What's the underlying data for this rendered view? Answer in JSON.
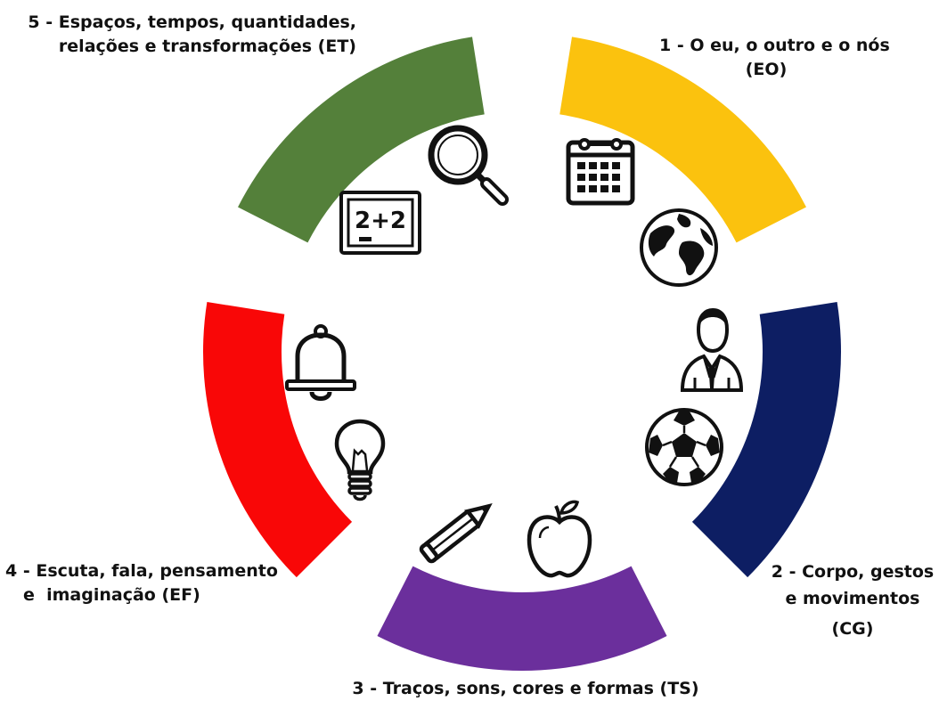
{
  "fields": [
    {
      "id": "EO",
      "lines": [
        "1 - O eu, o outro e o nós",
        "(EO)"
      ],
      "color": "#FBC20E"
    },
    {
      "id": "CG",
      "lines": [
        "2 - Corpo, gestos",
        "e movimentos",
        "(CG)"
      ],
      "color": "#0D1E63"
    },
    {
      "id": "TS",
      "lines": [
        "3 - Traços, sons, cores e formas (TS)"
      ],
      "color": "#6B2F9C"
    },
    {
      "id": "EF",
      "lines": [
        "4 - Escuta, fala, pensamento",
        "e  imaginação (EF)"
      ],
      "color": "#F90707"
    },
    {
      "id": "ET",
      "lines": [
        "5 - Espaços, tempos, quantidades,",
        "relações e transformações (ET)"
      ],
      "color": "#54803A"
    }
  ],
  "icons": [
    "magnifier-icon",
    "calendar-icon",
    "chalkboard-icon",
    "globe-icon",
    "businessman-icon",
    "bell-icon",
    "soccer-ball-icon",
    "lightbulb-icon",
    "pencil-icon",
    "apple-icon"
  ],
  "chalkboard_text": "2+2"
}
